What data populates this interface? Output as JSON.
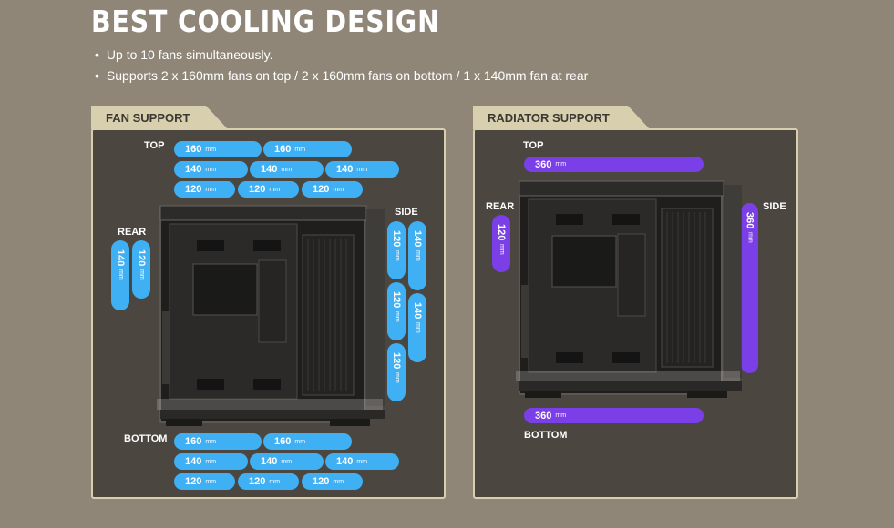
{
  "page": {
    "title": "BEST COOLING DESIGN",
    "bullets": [
      "Up to 10 fans simultaneously.",
      "Supports  2 x 160mm fans on top / 2 x 160mm fans on bottom / 1 x 140mm fan at rear"
    ]
  },
  "fan_support": {
    "heading": "FAN SUPPORT",
    "labels": {
      "top": "TOP",
      "rear": "REAR",
      "side": "SIDE",
      "bottom": "BOTTOM"
    },
    "unit": "mm",
    "top": [
      [
        "160",
        "160"
      ],
      [
        "140",
        "140",
        "140"
      ],
      [
        "120",
        "120",
        "120"
      ]
    ],
    "rear": [
      "140",
      "120"
    ],
    "side": [
      "120",
      "140",
      "120",
      "140",
      "120"
    ],
    "bottom": [
      [
        "160",
        "160"
      ],
      [
        "140",
        "140",
        "140"
      ],
      [
        "120",
        "120",
        "120"
      ]
    ]
  },
  "radiator_support": {
    "heading": "RADIATOR SUPPORT",
    "labels": {
      "top": "TOP",
      "rear": "REAR",
      "side": "SIDE",
      "bottom": "BOTTOM"
    },
    "unit": "mm",
    "top": "360",
    "rear": "120",
    "side": "360",
    "bottom": "360"
  },
  "colors": {
    "fan_pill": "#3fb0f4",
    "radiator_pill": "#7a3fe6",
    "panel_border": "#d8cfae"
  }
}
